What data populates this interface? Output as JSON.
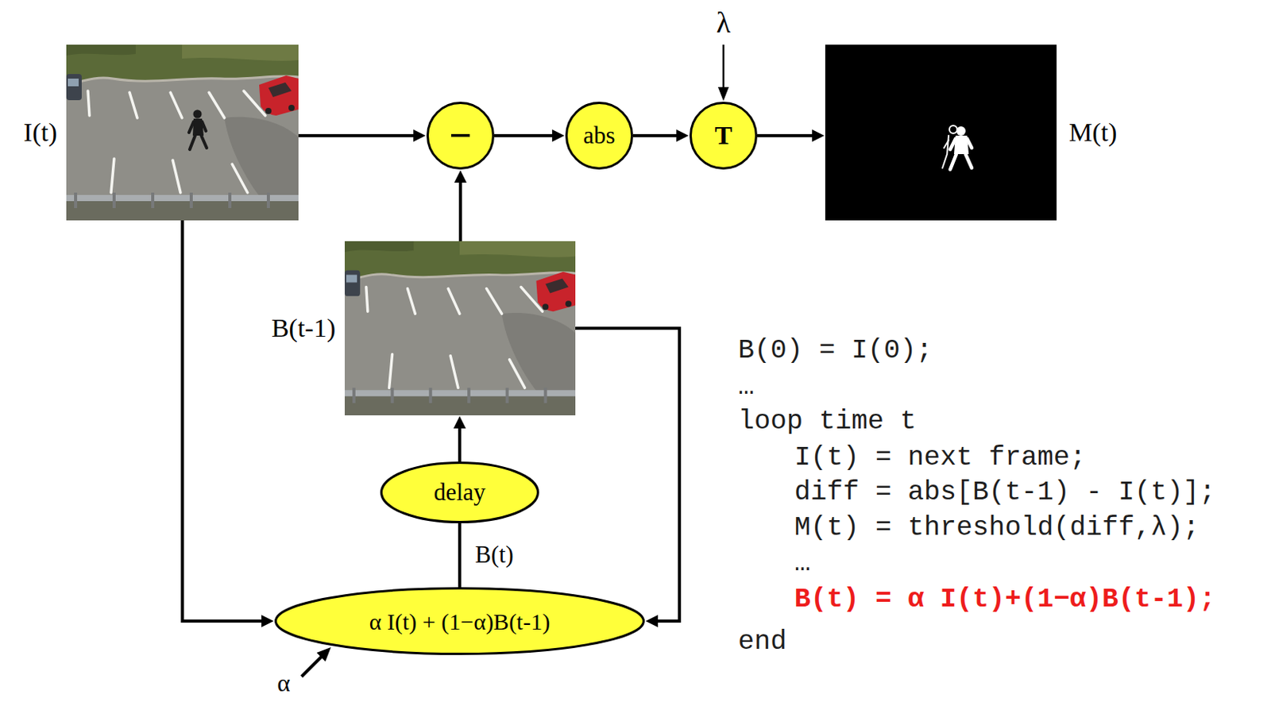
{
  "diagram": {
    "nodes": [
      {
        "text": [
          "I(t)"
        ]
      },
      {
        "text": [
          "−"
        ]
      },
      {
        "text": [
          "abs"
        ]
      },
      {
        "text": [
          "T"
        ]
      },
      {
        "text": [
          "M(t)"
        ]
      },
      {
        "text": [
          "B(t-1)"
        ]
      },
      {
        "text": [
          "delay"
        ]
      },
      {
        "text": [
          "α I(t) + (1−α)B(t-1)"
        ]
      }
    ],
    "edges": [
      {
        "from": 0,
        "to": 1,
        "arrow": "to"
      },
      {
        "from": 5,
        "to": 1,
        "arrow": "to"
      },
      {
        "from": 1,
        "to": 2,
        "arrow": "to"
      },
      {
        "from": 2,
        "to": 3,
        "arrow": "to"
      },
      {
        "from": 3,
        "to": 4,
        "arrow": "to"
      },
      {
        "from": 0,
        "to": 7,
        "arrow": "to"
      },
      {
        "from": 5,
        "to": 7,
        "arrow": "to"
      },
      {
        "from": 7,
        "to": 6,
        "label": "B(t)",
        "arrow": "none"
      },
      {
        "from": 6,
        "to": 5,
        "arrow": "to"
      }
    ],
    "labels": [
      "λ",
      "α",
      "B(0) = I(0);",
      "…",
      "loop time t",
      "I(t) = next frame;",
      "diff = abs[B(t-1) - I(t)];",
      "M(t) = threshold(diff,λ);",
      "…",
      "B(t) = α I(t)+(1−α)B(t-1);",
      "end"
    ]
  }
}
